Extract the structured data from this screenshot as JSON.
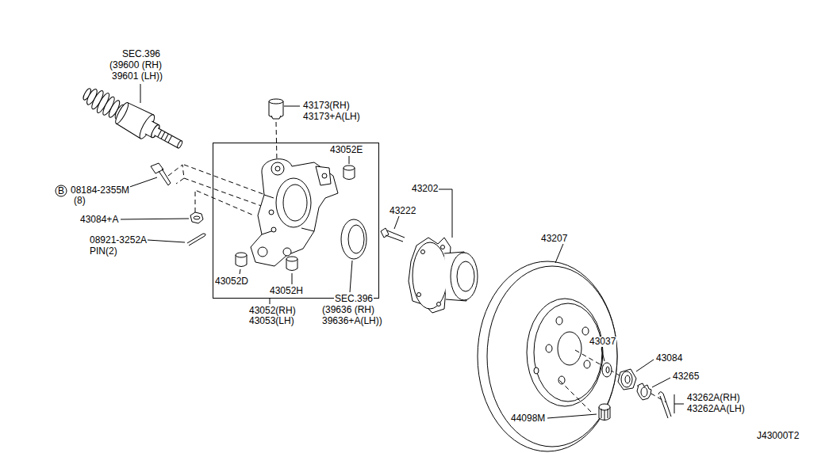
{
  "diagram": {
    "nodes": [
      {
        "text": [
          "43052(RH) 43053(LH)",
          "43052E",
          "43052D",
          "43052H"
        ]
      }
    ],
    "labels": [
      "SEC.396",
      "(39600 (RH)",
      "39601 (LH))",
      "43173(RH)",
      "43173+A(LH)",
      "B",
      "08184-2355M",
      "(8)",
      "43084+A",
      "08921-3252A",
      "PIN(2)",
      "43202",
      "43222",
      "SEC.396",
      "(39636  (RH)",
      "39636+A(LH))",
      "43207",
      "43037",
      "43084",
      "43265",
      "43262A(RH)",
      "43262AA(LH)",
      "44098M",
      "J43000T2"
    ]
  }
}
